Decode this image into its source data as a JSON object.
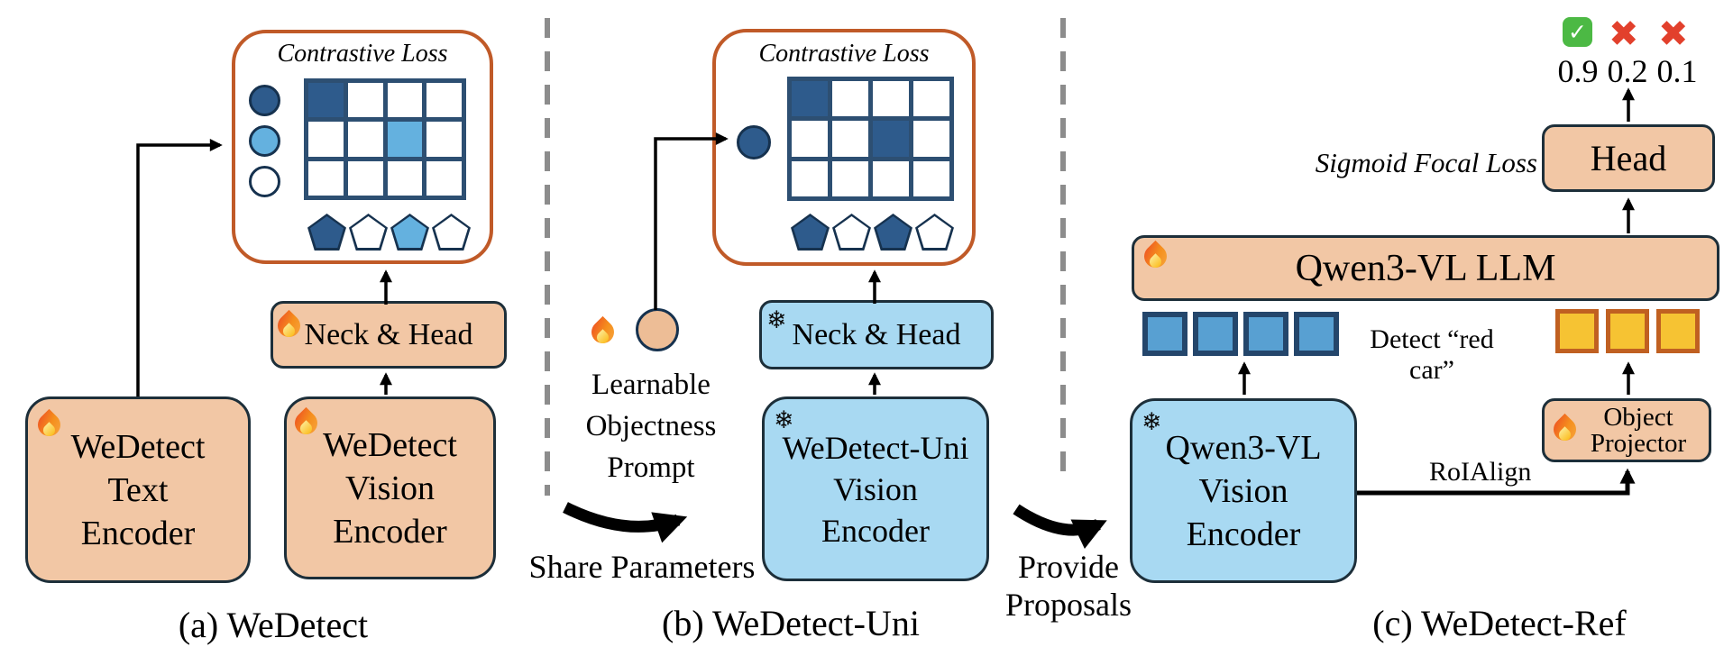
{
  "figure": {
    "panels": {
      "a": {
        "caption": "(a) WeDetect",
        "loss_title": "Contrastive Loss",
        "neck_head_label": "Neck & Head",
        "text_encoder_lines": [
          "WeDetect",
          "Text",
          "Encoder"
        ],
        "vision_encoder_lines": [
          "WeDetect",
          "Vision",
          "Encoder"
        ],
        "text_embedding_circles": [
          "dark",
          "light",
          "white"
        ],
        "similarity_grid_cells": [
          "dark",
          "white",
          "white",
          "white",
          "white",
          "white",
          "light",
          "white",
          "white",
          "white",
          "white",
          "white"
        ],
        "image_embedding_pentagons": [
          "dark",
          "white",
          "light",
          "white"
        ]
      },
      "b": {
        "caption": "(b) WeDetect-Uni",
        "loss_title": "Contrastive Loss",
        "neck_head_label": "Neck & Head",
        "encoder_lines": [
          "WeDetect-Uni",
          "Vision",
          "Encoder"
        ],
        "prompt_label_lines": [
          "Learnable",
          "Objectness",
          "Prompt"
        ],
        "share_arrow_label": "Share Parameters",
        "objectness_circle": "dark",
        "similarity_grid_cells": [
          "dark",
          "white",
          "white",
          "white",
          "white",
          "white",
          "dark",
          "white",
          "white",
          "white",
          "white",
          "white"
        ],
        "image_embedding_pentagons": [
          "dark",
          "white",
          "dark",
          "white"
        ]
      },
      "c": {
        "caption": "(c) WeDetect-Ref",
        "provide_arrow_label_lines": [
          "Provide",
          "Proposals"
        ],
        "vision_encoder_lines": [
          "Qwen3-VL",
          "Vision",
          "Encoder"
        ],
        "llm_label": "Qwen3-VL LLM",
        "head_label": "Head",
        "loss_label": "Sigmoid Focal Loss",
        "detect_prompt": "Detect “red car”",
        "roialign_label": "RoIAlign",
        "projector_lines": [
          "Object",
          "Projector"
        ],
        "scores": [
          "0.9",
          "0.2",
          "0.1"
        ],
        "vision_tokens": [
          "blue",
          "blue",
          "blue",
          "blue"
        ],
        "object_tokens": [
          "yellow",
          "yellow",
          "yellow"
        ]
      }
    },
    "glyphs": {
      "snowflake": "❄",
      "check": "✓",
      "cross": "✖"
    },
    "colors": {
      "tan": "#f2c7a5",
      "light_blue": "#a8d9f2",
      "dark_blue": "#2e5b8c",
      "mid_blue": "#64b1df",
      "loss_border_orange": "#c05a28",
      "box_border": "#1d2f3a",
      "grid_line": "#2d4f72",
      "token_blue": "#58a0d2",
      "token_blue_border": "#24466b",
      "token_yellow": "#f6c333",
      "token_yellow_border": "#c06021",
      "check_green": "#4cb944",
      "cross_red": "#e2402c",
      "divider_gray": "#8c8c8c"
    }
  }
}
